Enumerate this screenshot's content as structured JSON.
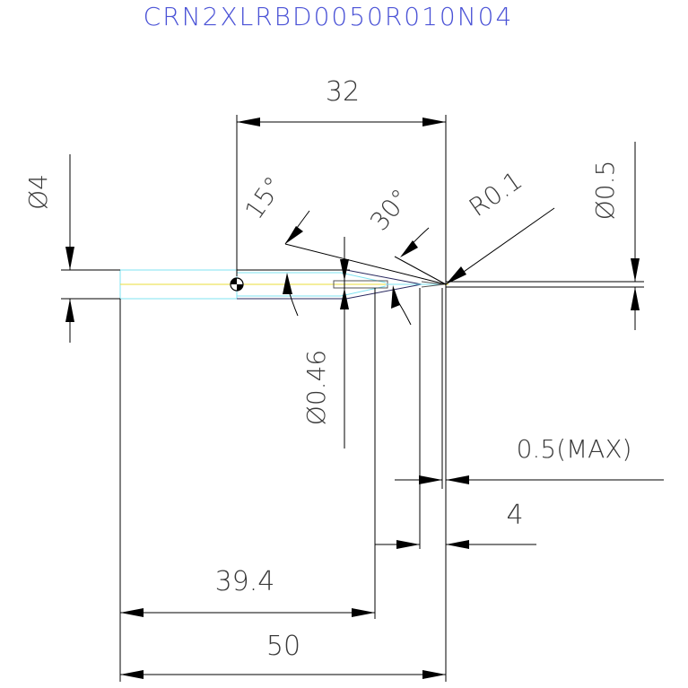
{
  "title": "CRN2XLRBD0050R010N04",
  "dimensions": {
    "overall_length": "50",
    "neck_length": "39.4",
    "ref_32": "32",
    "shank_dia": "Ø4",
    "neck_dia": "Ø0.46",
    "ball_dia": "Ø0.5",
    "corner_radius": "R0.1",
    "angle_15": "15°",
    "angle_30": "30°",
    "flute_max": "0.5(MAX)",
    "flute_len": "4"
  },
  "colors": {
    "title": "#4a52d6",
    "dimension": "#000000",
    "tool_outline_cyan": "#7fe3f2",
    "tool_axis_yellow": "#e8dc3a",
    "tool_edge_dark": "#2a2a60"
  }
}
